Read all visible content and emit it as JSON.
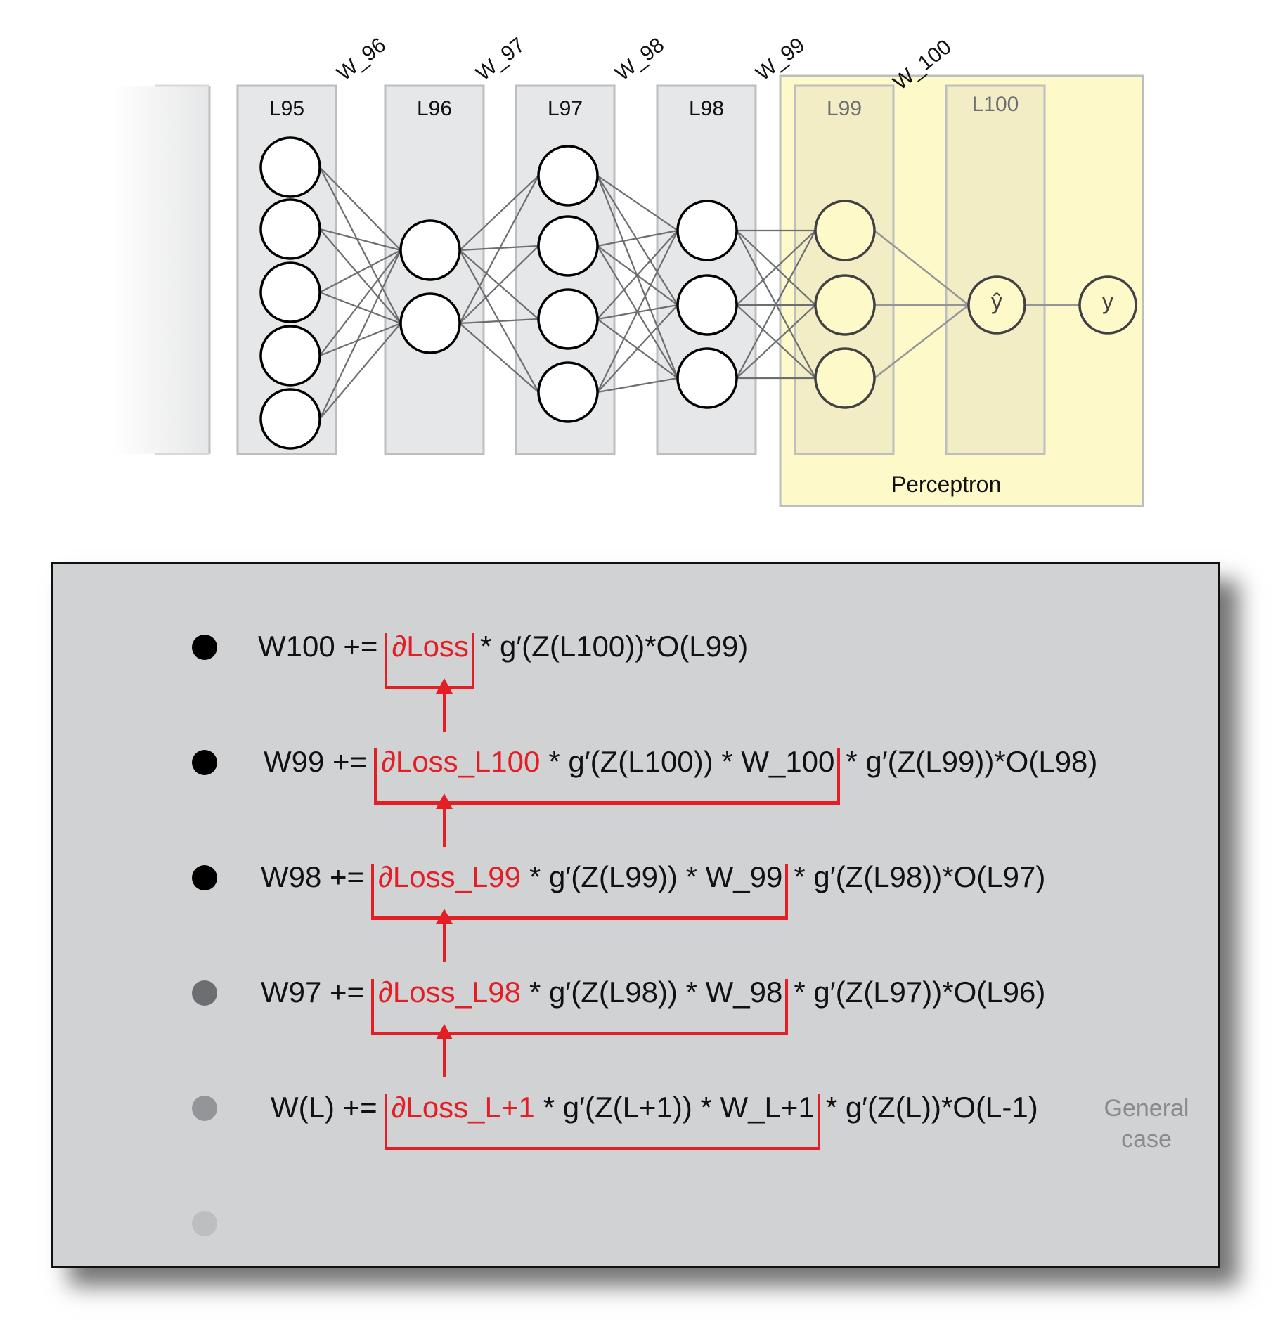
{
  "layers": [
    "L95",
    "L96",
    "L97",
    "L98",
    "L99",
    "L100"
  ],
  "weights": [
    "W_96",
    "W_97",
    "W_98",
    "W_99",
    "W_100"
  ],
  "output_nodes": {
    "prediction": "ŷ",
    "target": "y"
  },
  "perceptron_label": "Perceptron",
  "equations": [
    {
      "lhs": "W100 +=",
      "red": "∂Loss",
      "black_in_bracket": "",
      "rest": "* g′(Z(L100))*O(L99)",
      "bullet_color": "#000000"
    },
    {
      "lhs": "W99 +=",
      "red": "∂Loss_L100",
      "black_in_bracket": "* g′(Z(L100)) * W_100",
      "rest": "* g′(Z(L99))*O(L98)",
      "bullet_color": "#000000"
    },
    {
      "lhs": "W98 +=",
      "red": "∂Loss_L99",
      "black_in_bracket": "* g′(Z(L99)) * W_99",
      "rest": "* g′(Z(L98))*O(L97)",
      "bullet_color": "#000000"
    },
    {
      "lhs": "W97 +=",
      "red": "∂Loss_L98",
      "black_in_bracket": "* g′(Z(L98)) * W_98",
      "rest": "* g′(Z(L97))*O(L96)",
      "bullet_color": "#6d6e71"
    },
    {
      "lhs": "W(L) +=",
      "red": "∂Loss_L+1",
      "black_in_bracket": "* g′(Z(L+1)) * W_L+1",
      "rest": "* g′(Z(L))*O(L-1)",
      "bullet_color": "#939598"
    }
  ],
  "empty_bullet_color": "#bcbec0",
  "general_case_label": "General case",
  "colors": {
    "highlight": "#e31e24",
    "perceptron_bg": "#fdf9c9",
    "layer_bg": "#e6e7e8"
  }
}
